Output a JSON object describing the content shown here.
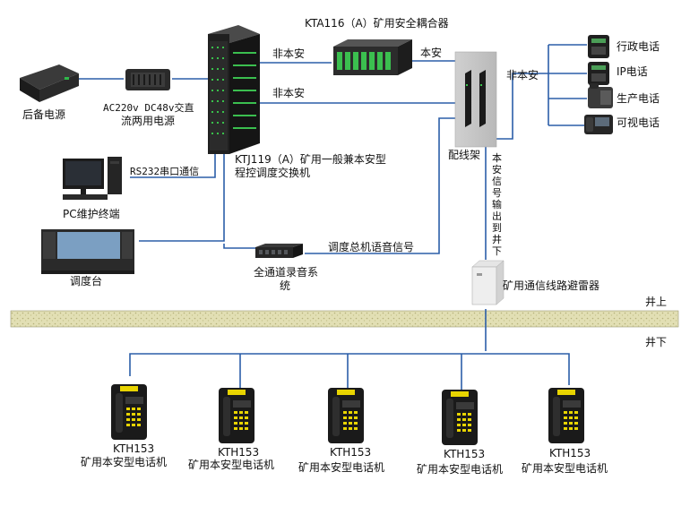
{
  "coupler": {
    "label": "KTA116（A）矿用安全耦合器"
  },
  "switch": {
    "label_line1": "KTJ119（A）矿用一般兼本安型",
    "label_line2": "程控调度交换机"
  },
  "backup_power": {
    "label": "后备电源"
  },
  "ac_dc_power": {
    "label_line1": "AC220v  DC48v交直",
    "label_line2": "流两用电源"
  },
  "pc": {
    "label": "PC维护终端"
  },
  "rs232": {
    "label": "RS232串口通信"
  },
  "dispatch_console": {
    "label": "调度台"
  },
  "recorder": {
    "label_line1": "全通道录音系",
    "label_line2": "统"
  },
  "voice_signal": {
    "label": "调度总机语音信号"
  },
  "distribution_frame": {
    "label": "配线架"
  },
  "non_intrinsic_top": "非本安",
  "non_intrinsic_mid": "非本安",
  "intrinsic": "本安",
  "non_intrinsic_right": "非本安",
  "phones_above": [
    {
      "label": "行政电话"
    },
    {
      "label": "IP电话"
    },
    {
      "label": "生产电话"
    },
    {
      "label": "可视电话"
    }
  ],
  "signal_output": {
    "label": "本安信号输出到井下"
  },
  "lightning_arrester": {
    "label": "矿用通信线路避雷器"
  },
  "ground": {
    "above": "井上",
    "below": "井下"
  },
  "mine_phones": [
    {
      "model": "KTH153",
      "name": "矿用本安型电话机"
    },
    {
      "model": "KTH153",
      "name": "矿用本安型电话机"
    },
    {
      "model": "KTH153",
      "name": "矿用本安型电话机"
    },
    {
      "model": "KTH153",
      "name": "矿用本安型电话机"
    },
    {
      "model": "KTH153",
      "name": "矿用本安型电话机"
    }
  ],
  "colors": {
    "line": "#2b5ea8",
    "ground": "#d9d6a8",
    "cabinet": "#1c1c1c"
  }
}
